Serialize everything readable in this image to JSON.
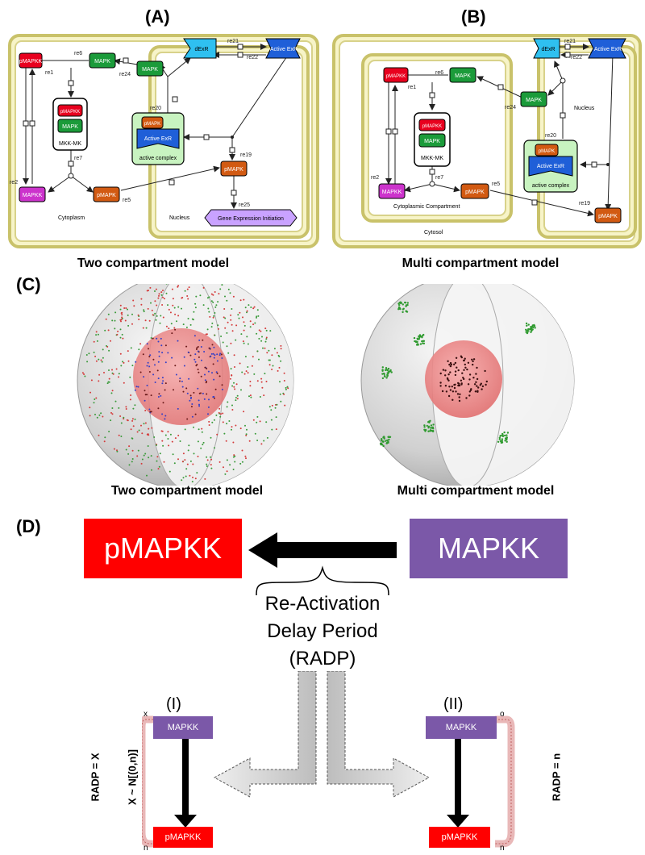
{
  "panels": {
    "A": {
      "letter": "(A)",
      "caption": "Two compartment model",
      "nodes": {
        "pmapkk": "pMAPKK",
        "mapk": "MAPK",
        "mapk2": "MAPK",
        "dexr": "dExR",
        "active_exr": "Active ExR",
        "complex_pmapkk": "pMAPKK",
        "complex_mapk": "MAPK",
        "mkk_mk": "MKK-MK",
        "mapkk": "MAPKK",
        "pmapk": "pMAPK",
        "pmapk2": "pMAPK",
        "ac_pmapk": "pMAPK",
        "ac_exr": "Active ExR",
        "active_complex": "active complex",
        "gene": "Gene Expression Initiation"
      },
      "reactions": [
        "re1",
        "re2",
        "re5",
        "re6",
        "re7",
        "re19",
        "re20",
        "re21",
        "re22",
        "re24",
        "re25"
      ],
      "compartments": {
        "cytoplasm": "Cytoplasm",
        "nucleus": "Nucleus"
      }
    },
    "B": {
      "letter": "(B)",
      "caption": "Multi compartment model",
      "nodes": {
        "pmapkk": "pMAPKK",
        "mapk": "MAPK",
        "mapk2": "MAPK",
        "dexr": "dExR",
        "active_exr": "Active ExR",
        "complex_pmapkk": "pMAPKK",
        "complex_mapk": "MAPK",
        "mkk_mk": "MKK-MK",
        "mapkk": "MAPKK",
        "pmapk": "pMAPK",
        "pmapk2": "pMAPK",
        "ac_pmapk": "pMAPK",
        "ac_exr": "Active ExR",
        "active_complex": "active complex"
      },
      "reactions": [
        "re1",
        "re2",
        "re5",
        "re6",
        "re7",
        "re19",
        "re20",
        "re21",
        "re22",
        "re24"
      ],
      "compartments": {
        "cytoplasmic": "Cytoplasmic Compartment",
        "cytosol": "Cytosol",
        "nucleus": "Nucleus"
      }
    },
    "C": {
      "letter": "(C)",
      "left_caption": "Two compartment model",
      "right_caption": "Multi compartment model"
    },
    "D": {
      "letter": "(D)",
      "big_left": "pMAPKK",
      "big_right": "MAPKK",
      "radp_lines": [
        "Re-Activation",
        "Delay Period",
        "(RADP)"
      ],
      "sub_I": {
        "label": "(I)",
        "top": "MAPKK",
        "bottom": "pMAPKK",
        "corner_top": "x",
        "corner_bottom": "n",
        "side_label_1": "RADP = X",
        "side_label_2": "X ~ N[(0,n)]"
      },
      "sub_II": {
        "label": "(II)",
        "top": "MAPKK",
        "bottom": "pMAPKK",
        "corner_top": "o",
        "corner_bottom": "n",
        "side_label": "RADP = n"
      }
    }
  },
  "colors": {
    "compartment_fill": "#f7f4c8",
    "compartment_border": "#c9c26a",
    "red_node": "#e8001e",
    "green_node": "#1b9b3a",
    "blue_node": "#1f5fd8",
    "cyan_node": "#2fc0f0",
    "orange_node": "#d25a12",
    "magenta_node": "#cc33cc",
    "lavender_node": "#c9a2ff",
    "purple_box": "#7b58a8",
    "red_box": "#ff0000"
  }
}
